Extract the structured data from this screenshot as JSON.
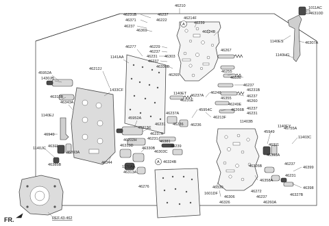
{
  "top_label": "46210",
  "callout_a": "A",
  "fr_label": "FR.",
  "ref_label": "REF.43-462",
  "labels": {
    "l1": "46231B",
    "l2": "46237",
    "l3": "46371",
    "l4": "46222",
    "l5": "46237",
    "l6": "46369",
    "l7": "46214F",
    "l8": "46239",
    "l9": "46324B",
    "l10": "46229",
    "l11": "46237",
    "l12": "46231",
    "l13": "46303",
    "l14": "46237",
    "l15": "46330B",
    "l16": "46277",
    "l17": "1141AA",
    "l18": "46265",
    "l19": "46267",
    "l20": "46212J",
    "l21": "45952A",
    "l22": "1430JB",
    "l23": "1433CF",
    "l24": "46313B",
    "l25": "46343A",
    "l26": "46255",
    "l27": "46356",
    "l28": "46237",
    "l29": "46231B",
    "l30": "46237",
    "l31": "46260",
    "l32": "1140ET",
    "l33": "46237A",
    "l34": "46231E",
    "l35": "46248",
    "l36": "46355",
    "l37": "46249E",
    "l38": "45954C",
    "l39": "46266B",
    "l40": "46237",
    "l41": "46231",
    "l42": "46237A",
    "l43": "46236",
    "l44": "46213F",
    "l45": "11403B",
    "l46": "1140EY",
    "l47": "46755A",
    "l48": "45952A",
    "l49": "46313C",
    "l50": "46231",
    "l51": "46226",
    "l52": "46237A",
    "l53": "46231",
    "l54": "46202H",
    "l55": "46381",
    "l56": "46330B",
    "l57": "46239",
    "l58": "46303C",
    "l59": "46313D",
    "l60": "1140EJ",
    "l61": "46311",
    "l62": "46393A",
    "l63": "46949",
    "l64": "1140JC",
    "l65": "46385B",
    "l66": "46344",
    "l67": "1170AA",
    "l68": "46313A",
    "l69": "46324B",
    "l70": "46276",
    "l71": "45949",
    "l72": "46311",
    "l73": "46393A",
    "l74": "11403C",
    "l75": "46305B",
    "l76": "46237",
    "l77": "46399",
    "l78": "46231",
    "l79": "46398",
    "l80": "46327B",
    "l81": "46330",
    "l82": "1601DF",
    "l83": "46306",
    "l84": "46326",
    "l85": "46272",
    "l86": "46358A",
    "l87": "46237",
    "l88": "46260A",
    "l89": "1011AC",
    "l90": "46310D",
    "l91": "1140ES",
    "l92": "46307A",
    "l93": "1140HG"
  }
}
